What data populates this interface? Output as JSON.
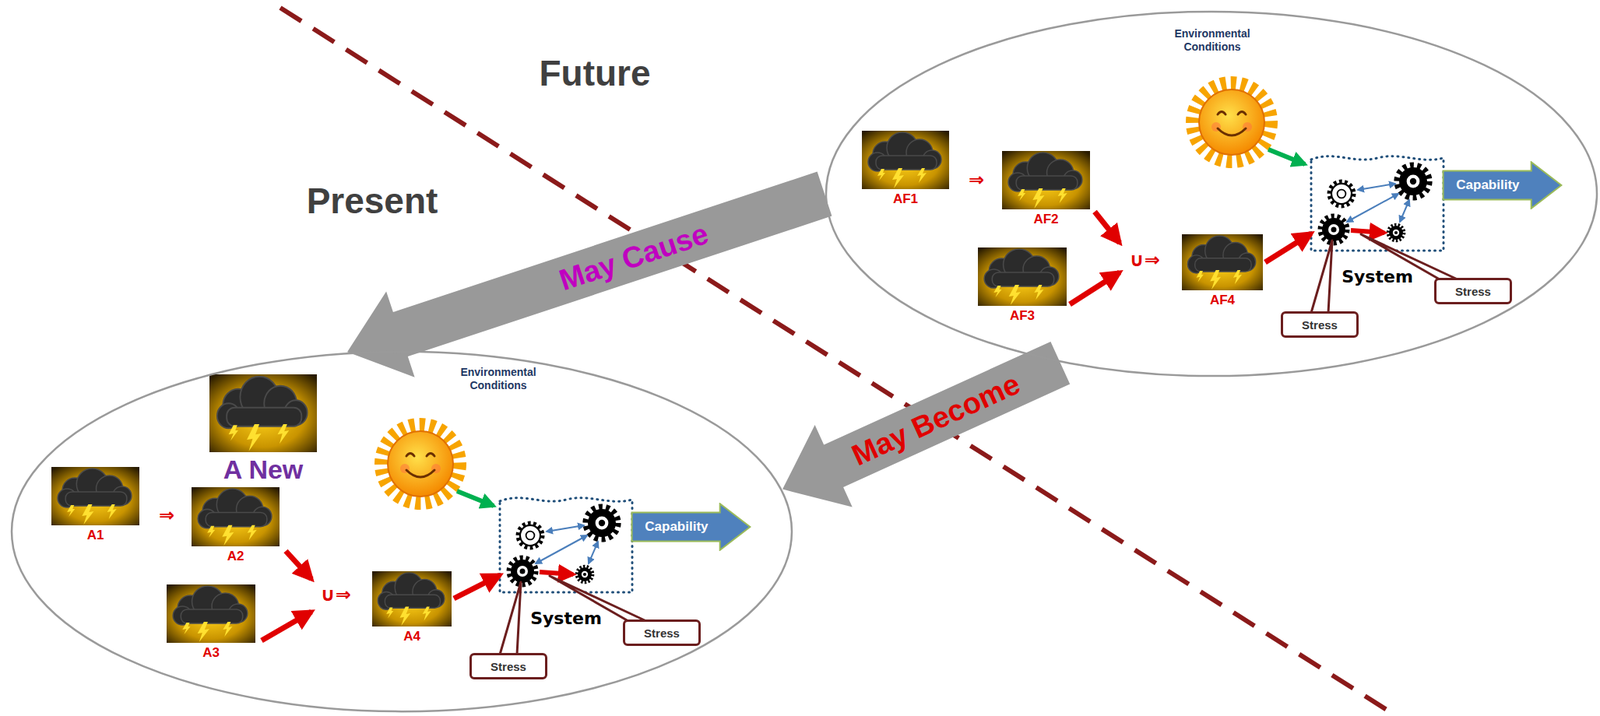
{
  "diagram": {
    "nodes": [
      {
        "text": [
          "Environmental Conditions"
        ]
      },
      {
        "text": [
          "AF1"
        ],
        "in": 0
      },
      {
        "text": [
          "AF2"
        ],
        "in": 0
      },
      {
        "text": [
          "AF3"
        ],
        "in": 0
      },
      {
        "text": [
          "AF4"
        ],
        "in": 0
      },
      {
        "text": [
          "System"
        ],
        "in": 0
      },
      {
        "text": [
          "Capability"
        ],
        "in": 0
      },
      {
        "text": [
          "Stress"
        ],
        "in": 0
      },
      {
        "text": [
          "Stress"
        ],
        "in": 0
      },
      {
        "text": [
          "Environmental Conditions"
        ]
      },
      {
        "text": [
          "A New"
        ],
        "in": 9
      },
      {
        "text": [
          "A1"
        ],
        "in": 9
      },
      {
        "text": [
          "A2"
        ],
        "in": 9
      },
      {
        "text": [
          "A3"
        ],
        "in": 9
      },
      {
        "text": [
          "A4"
        ],
        "in": 9
      },
      {
        "text": [
          "System"
        ],
        "in": 9
      },
      {
        "text": [
          "Capability"
        ],
        "in": 9
      },
      {
        "text": [
          "Stress"
        ],
        "in": 9
      },
      {
        "text": [
          "Stress"
        ],
        "in": 9
      }
    ],
    "edges": [
      {
        "from": 0,
        "to": 9,
        "arrow": "to",
        "label": "May Cause"
      },
      {
        "from": 0,
        "to": 9,
        "arrow": "to",
        "label": "May Become"
      },
      {
        "from": 4,
        "to": 5,
        "arrow": "to"
      },
      {
        "from": 14,
        "to": 15,
        "arrow": "to"
      }
    ],
    "labels": [
      "Future",
      "Present",
      "⇒",
      "∪⇒",
      "⇒",
      "∪⇒"
    ]
  }
}
